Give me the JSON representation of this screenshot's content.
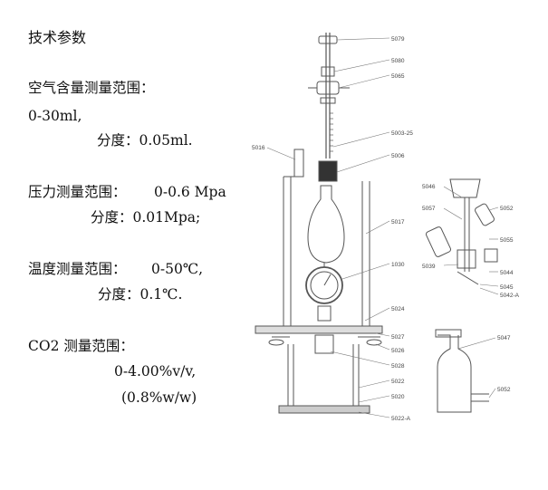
{
  "heading": "技术参数",
  "specs": [
    {
      "label": "空气含量测量范围：",
      "range": "0-30ml,",
      "resolution": "分度：0.05ml."
    },
    {
      "label": "压力测量范围：",
      "range": "0-0.6 Mpa",
      "resolution": "分度：0.01Mpa;"
    },
    {
      "label": "温度测量范围：",
      "range": "0-50℃,",
      "resolution": "分度：0.1℃."
    },
    {
      "label": "CO2 测量范围：",
      "range": "0-4.00%v/v,",
      "resolution": "(0.8%w/w)"
    }
  ],
  "diagram": {
    "part_labels": [
      "5079",
      "5080",
      "5065",
      "5003-25",
      "5016",
      "5006",
      "5017",
      "1030",
      "5024",
      "5027",
      "5026",
      "5028",
      "5022",
      "5020",
      "5022-A",
      "5046",
      "5057",
      "5052",
      "5055",
      "5039",
      "5044",
      "5045",
      "5042-A",
      "5047",
      "5052"
    ]
  }
}
